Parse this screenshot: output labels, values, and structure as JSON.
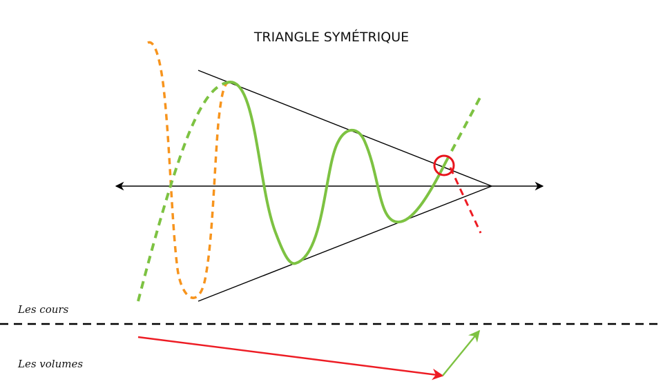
{
  "title": "TRIANGLE SYMÉTRIQUE",
  "labels": {
    "prices": "Les cours",
    "volumes": "Les volumes"
  },
  "colors": {
    "price_path": "#7dc242",
    "prior_move": "#f7941d",
    "false_breakout": "#ed1c24",
    "volume_decline": "#ed1c24",
    "volume_rise": "#7dc242",
    "breakout_marker": "#e8141c",
    "lines": "#000000"
  }
}
